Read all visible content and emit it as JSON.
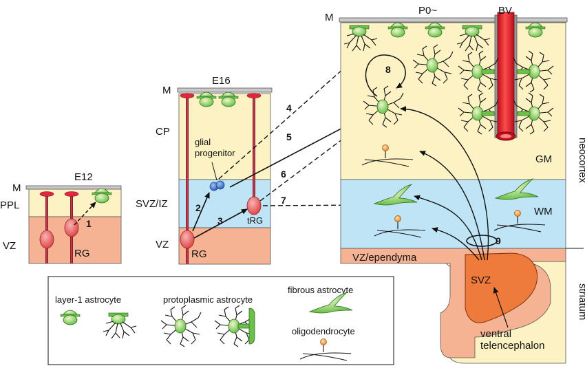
{
  "panels": {
    "e12": {
      "stage": "E12",
      "m": "M",
      "ppl": "PPL",
      "vz": "VZ",
      "rg": "RG",
      "arrow_num": "1"
    },
    "e16": {
      "stage": "E16",
      "m": "M",
      "cp": "CP",
      "svz_iz": "SVZ/IZ",
      "vz": "VZ",
      "glial_progenitor_line1": "glial",
      "glial_progenitor_line2": "progenitor",
      "rg": "RG",
      "trg": "tRG",
      "arrow_2": "2",
      "arrow_3": "3"
    },
    "p0": {
      "stage": "P0~",
      "m": "M",
      "bv": "BV",
      "gm": "GM",
      "wm": "WM",
      "vz_ependyma": "VZ/ependyma",
      "svz": "SVZ",
      "ventral_line1": "ventral",
      "ventral_line2": "telencephalon",
      "neocortex": "neocortex",
      "striatum": "striatum",
      "arrow_8": "8",
      "arrow_9": "9"
    }
  },
  "pathway_numbers": [
    "4",
    "5",
    "6",
    "7"
  ],
  "legend": {
    "layer1": "layer-1 astrocyte",
    "protoplasmic": "protoplasmic astrocyte",
    "fibrous": "fibrous astrocyte",
    "oligodendrocyte": "oligodendrocyte"
  },
  "colors": {
    "cortex_yellow": "#fdf2c4",
    "ventricular_pink": "#f6b394",
    "svz_blue": "#bfe4f6",
    "svz_orange": "#ee7b3c",
    "astrocyte_green": "#6cc04a",
    "rg_red": "#e0273e",
    "fiber_maroon": "#8b1a2b",
    "blood_vessel_red": "#e2202c",
    "meninges_gray": "#c9c9c9"
  }
}
